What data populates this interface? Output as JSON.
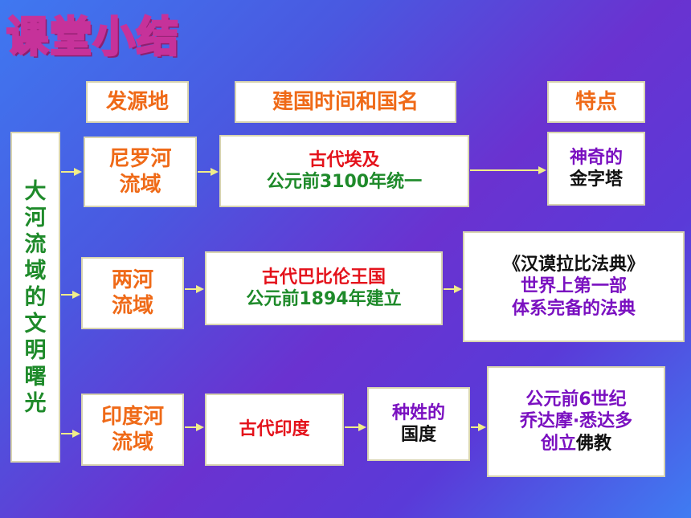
{
  "title": "课堂小结",
  "headers": {
    "origin": "发源地",
    "founding": "建国时间和国名",
    "feature": "特点"
  },
  "vertical_label": [
    "大",
    "河",
    "流",
    "域",
    "的",
    "文",
    "明",
    "曙",
    "光"
  ],
  "rows": [
    {
      "origin": [
        "尼罗河",
        "流域"
      ],
      "country": {
        "line1": "古代埃及",
        "line2": "公元前3100年统一"
      },
      "feature": {
        "line1": "神奇的",
        "line2": "金字塔"
      }
    },
    {
      "origin": [
        "两河",
        "流域"
      ],
      "country": {
        "line1": "古代巴比伦王国",
        "line2": "公元前1894年建立"
      },
      "feature": {
        "line1": "《汉谟拉比法典》",
        "line2": "世界上第一部",
        "line3": "体系完备的法典"
      }
    },
    {
      "origin": [
        "印度河",
        "流域"
      ],
      "country": {
        "line1": "古代印度"
      },
      "middle": {
        "line1": "种姓的",
        "line2": "国度"
      },
      "feature": {
        "line1": "公元前6世纪",
        "line2": "乔达摩·悉达多",
        "line3a": "创立",
        "line3b": "佛教"
      }
    }
  ]
}
